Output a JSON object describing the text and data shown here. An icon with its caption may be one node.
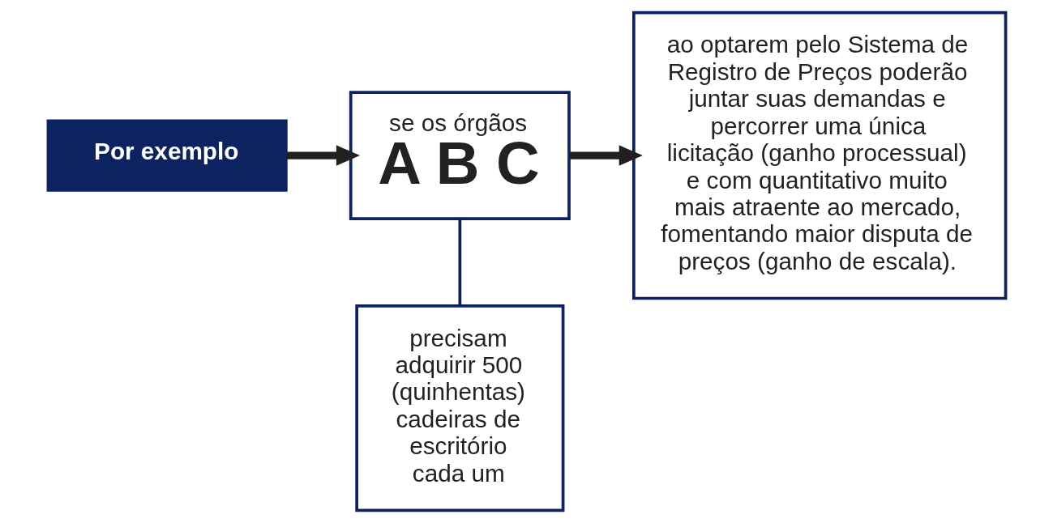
{
  "diagram": {
    "nodes": [
      {
        "text": [
          "Por exemplo"
        ]
      },
      {
        "text": [
          "se os órgãos",
          "A B C"
        ]
      },
      {
        "text": [
          "precisam adquirir 500 (quinhentas) cadeiras de escritório cada um"
        ]
      },
      {
        "text": [
          "ao optarem pelo Sistema de Registro de Preços poderão juntar suas demandas e percorrer uma única licitação (ganho processual) e com quantitativo muito mais atraente ao mercado, fomentando maior disputa de preços (ganho de escala)."
        ]
      }
    ],
    "edges": [
      {
        "from": 0,
        "to": 1,
        "arrow": "to"
      },
      {
        "from": 1,
        "to": 3,
        "arrow": "to"
      },
      {
        "from": 1,
        "to": 2,
        "arrow": "none",
        "color": "#0d2260"
      }
    ]
  }
}
